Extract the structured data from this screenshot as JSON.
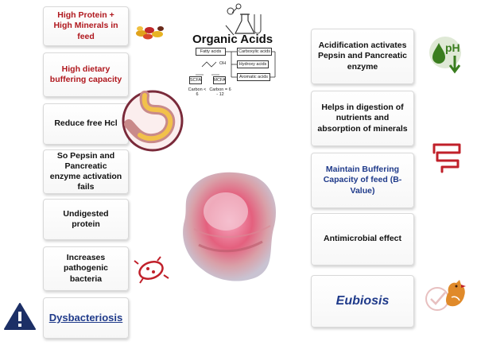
{
  "left_cards": [
    {
      "label": "High Protein + High Minerals in feed"
    },
    {
      "label": "High dietary buffering capacity"
    },
    {
      "label": "Reduce free Hcl"
    },
    {
      "label": "So Pepsin and Pancreatic enzyme activation fails"
    },
    {
      "label": "Undigested protein"
    },
    {
      "label": "Increases pathogenic bacteria"
    },
    {
      "label": "Dysbacteriosis"
    }
  ],
  "right_cards": [
    {
      "label": "Acidification activates Pepsin and Pancreatic enzyme"
    },
    {
      "label": "Helps in digestion of nutrients and absorption of minerals"
    },
    {
      "label": "Maintain Buffering Capacity of feed (B-Value)"
    },
    {
      "label": "Antimicrobial effect"
    },
    {
      "label": "Eubiosis"
    }
  ],
  "organic_acids": {
    "title": "Organic Acids",
    "fatty_acids": "Fatty acids",
    "scfa": "SCFA",
    "mcfa": "MCFA",
    "carbon_scfa": "Carbon < 6",
    "carbon_mcfa": "Carbon = 6 - 12",
    "carboxylic": "Carboxylic acids",
    "hydroxy": "Hydroxy acids",
    "aromatic": "Aromatic acids",
    "oh_label": "OH"
  },
  "ph_label": "pH",
  "colors": {
    "red_text": "#b0181e",
    "blue_text": "#1f3a8a",
    "ph_green": "#3a7d1f",
    "intestine_red": "#c0202a",
    "warning_navy": "#1c2f66",
    "hen_orange": "#e08a2a"
  },
  "icons": [
    "beans-icon",
    "ph-drop-icon",
    "intestine-icon",
    "bacteria-icon",
    "warning-icon",
    "hen-check-icon",
    "stomach-icon",
    "flask-icon"
  ]
}
